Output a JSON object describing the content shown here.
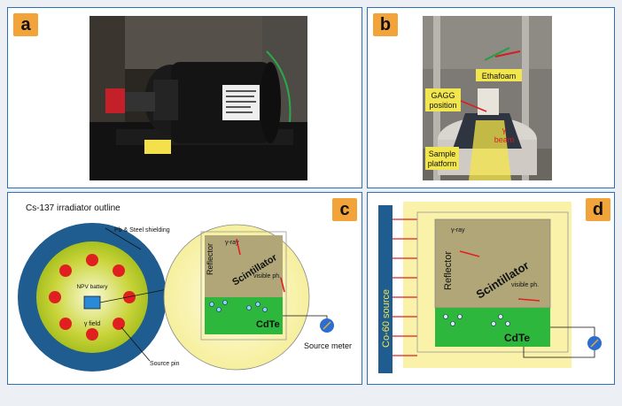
{
  "panels": {
    "a": {
      "tag": "a"
    },
    "b": {
      "tag": "b",
      "labels": {
        "ethafoam": "Ethafoam",
        "gagg_line1": "GAGG",
        "gagg_line2": "position",
        "gamma_line1": "γ",
        "gamma_line2": "beam",
        "sample_line1": "Sample",
        "sample_line2": "platform"
      }
    },
    "c": {
      "tag": "c",
      "title": "Cs-137 irradiator outline",
      "shielding": "Pb & Steel shielding",
      "battery": "NPV battery",
      "field": "γ field",
      "source_pin": "Source pin",
      "reflector": "Reflector",
      "scintillator": "Scintillator",
      "gamma_ray": "γ-ray",
      "visible": "visible ph.",
      "cdte": "CdTe",
      "source_meter": "Source meter"
    },
    "d": {
      "tag": "d",
      "source": "Co-60  source",
      "reflector": "Reflector",
      "scintillator": "Scintillator",
      "gamma_ray": "γ-ray",
      "visible": "visible ph.",
      "cdte": "CdTe"
    }
  },
  "colors": {
    "border": "#2f6fb3",
    "tag": "#f2a33a",
    "shield": "#1f5c8f",
    "cdte": "#2db83d",
    "source_dot": "#e02020"
  }
}
